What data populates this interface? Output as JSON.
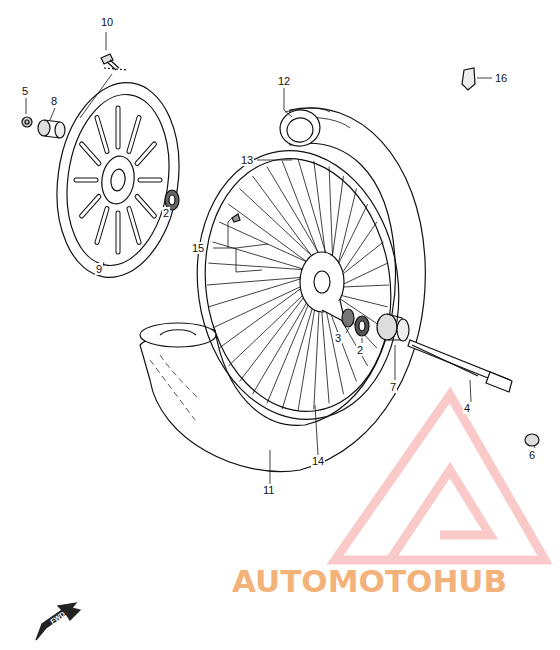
{
  "diagram": {
    "labels": [
      "10",
      "5",
      "8",
      "12",
      "16",
      "13",
      "2",
      "15",
      "9",
      "3",
      "2",
      "7",
      "4",
      "6",
      "14",
      "11",
      "AUTOMOTOHUB",
      "FWD"
    ]
  }
}
